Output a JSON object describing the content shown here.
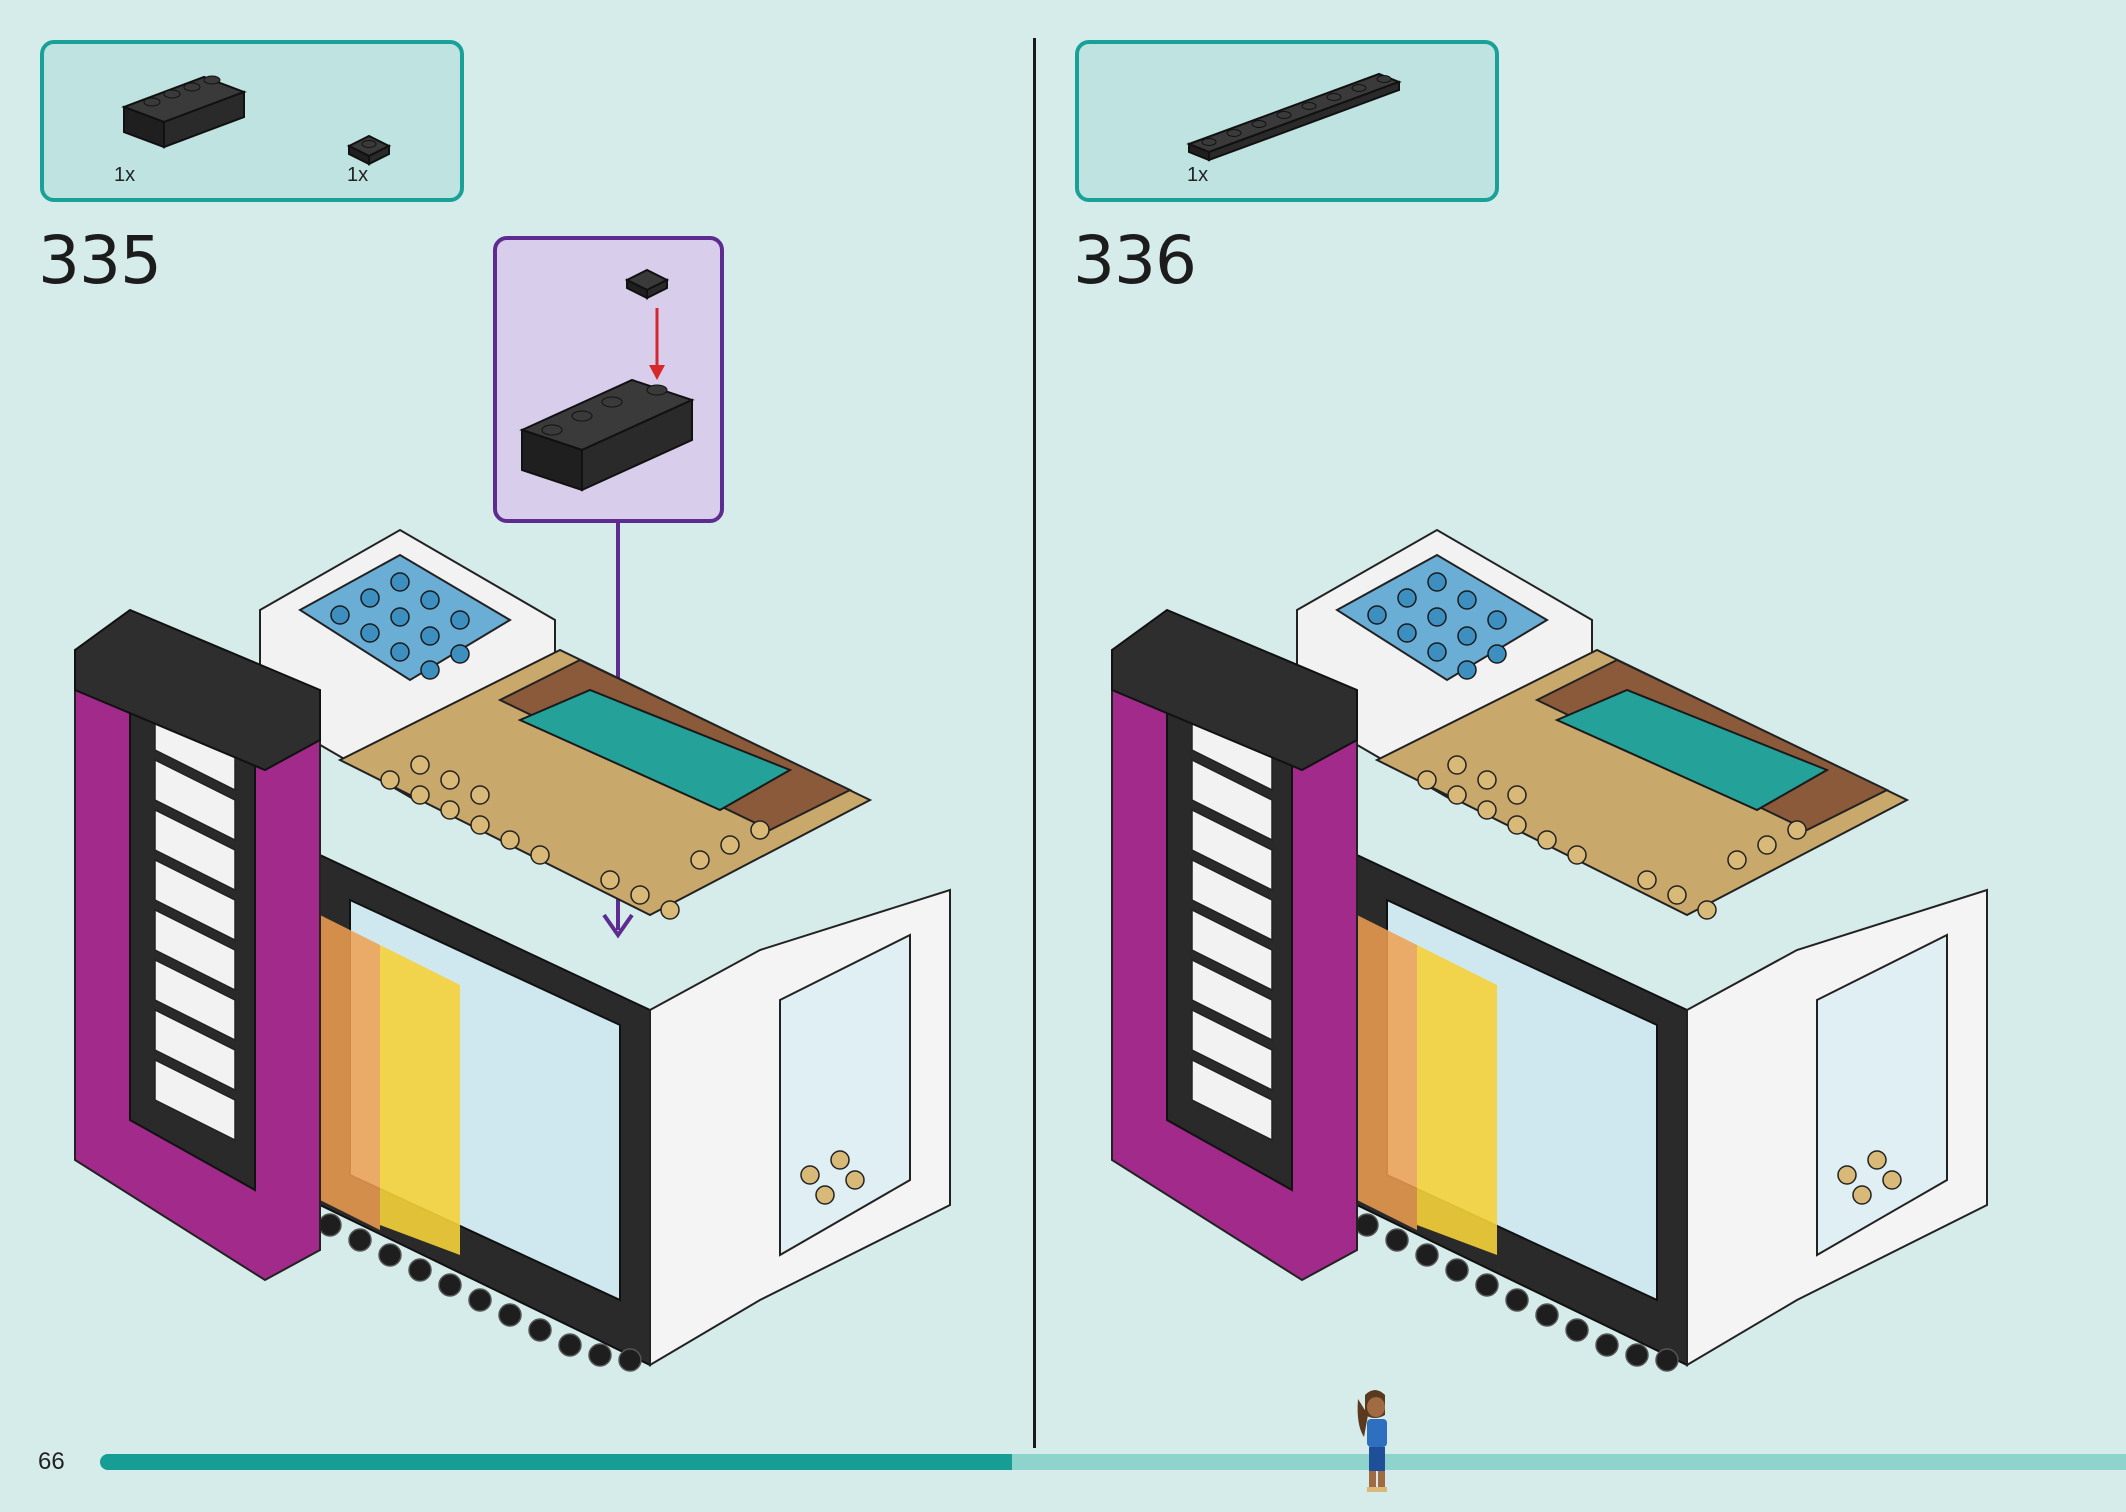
{
  "page_number": "66",
  "progress": {
    "fraction": 0.45
  },
  "steps": [
    {
      "number": "335",
      "parts": [
        {
          "name": "brick 1x4 black",
          "qty": "1x"
        },
        {
          "name": "plate 1x1 black",
          "qty": "1x"
        }
      ]
    },
    {
      "number": "336",
      "parts": [
        {
          "name": "plate 1x8 black",
          "qty": "1x"
        }
      ]
    }
  ],
  "colors": {
    "background": "#d6ecea",
    "parts_border": "#1aa197",
    "callout_border": "#5e2b91",
    "arrow_red": "#d62828",
    "progress": "#169d94"
  }
}
